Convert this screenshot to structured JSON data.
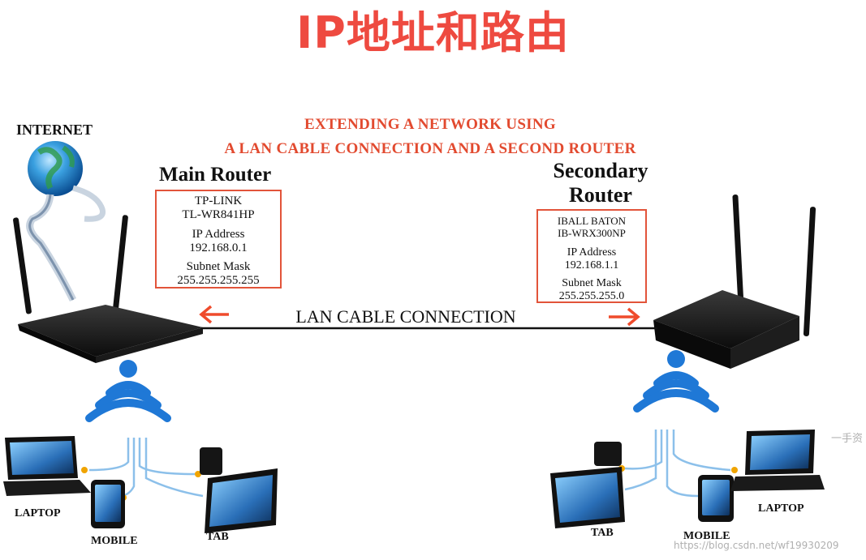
{
  "title": "IP地址和路由",
  "subtitle": {
    "line1": "EXTENDING A NETWORK USING",
    "line2": "A LAN CABLE CONNECTION AND A SECOND ROUTER"
  },
  "internet_label": "INTERNET",
  "main_router": {
    "heading": "Main Router",
    "model_line1": "TP-LINK",
    "model_line2": "TL-WR841HP",
    "ip_label": "IP Address",
    "ip_value": "192.168.0.1",
    "mask_label": "Subnet Mask",
    "mask_value": "255.255.255.255"
  },
  "secondary_router": {
    "heading_line1": "Secondary",
    "heading_line2": "Router",
    "model_line1": "IBALL BATON",
    "model_line2": "IB-WRX300NP",
    "ip_label": "IP Address",
    "ip_value": "192.168.1.1",
    "mask_label": "Subnet Mask",
    "mask_value": "255.255.255.0"
  },
  "lan_label": "LAN CABLE CONNECTION",
  "left_devices": {
    "laptop": "LAPTOP",
    "mobile": "MOBILE",
    "tab": "TAB"
  },
  "right_devices": {
    "laptop": "LAPTOP",
    "mobile": "MOBILE",
    "tab": "TAB"
  },
  "watermark_side": "一手资",
  "watermark_url": "https://blog.csdn.net/wf19930209",
  "colors": {
    "title_red": "#ee4a40",
    "accent_red": "#e24a2f",
    "wifi_blue": "#1f78d6",
    "router_black": "#141414"
  }
}
